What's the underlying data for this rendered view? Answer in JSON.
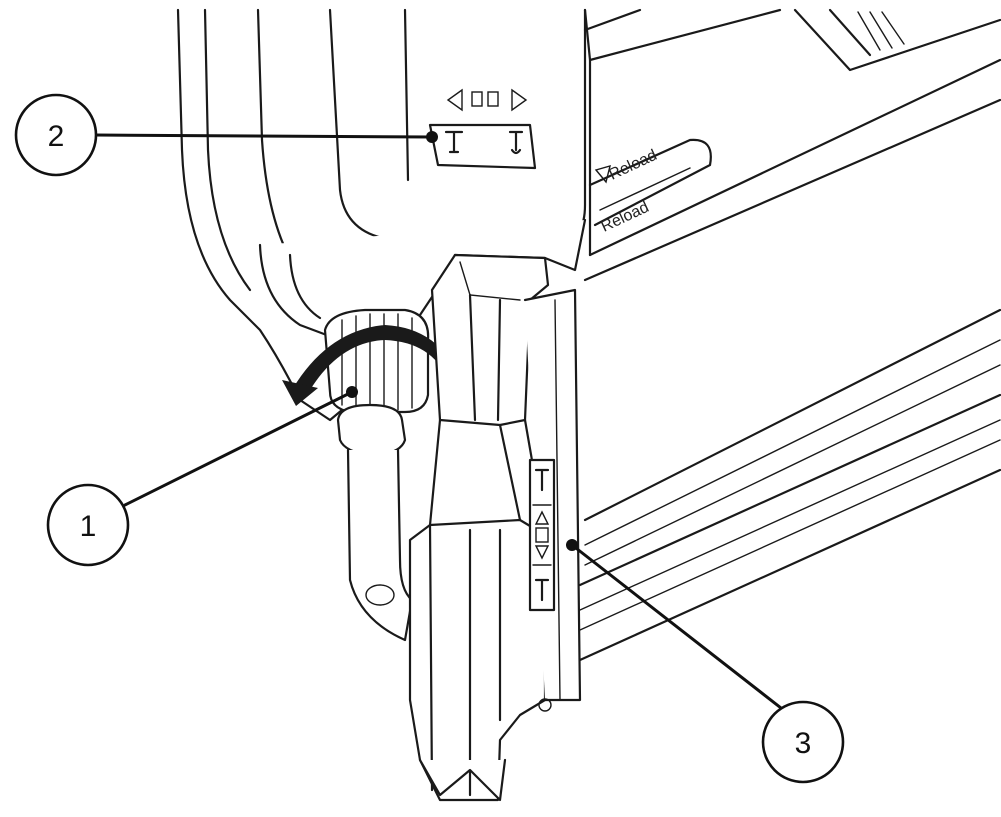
{
  "callouts": [
    {
      "id": "1",
      "label": "1"
    },
    {
      "id": "2",
      "label": "2"
    },
    {
      "id": "3",
      "label": "3"
    }
  ],
  "tool_labels": {
    "reload_top": "Reload",
    "reload_bottom": "Reload"
  },
  "icons": [
    "rotation-arrow-icon",
    "depth-adjust-icon",
    "nail-icon",
    "slide-arrows-icon",
    "up-down-arrow-icon"
  ]
}
